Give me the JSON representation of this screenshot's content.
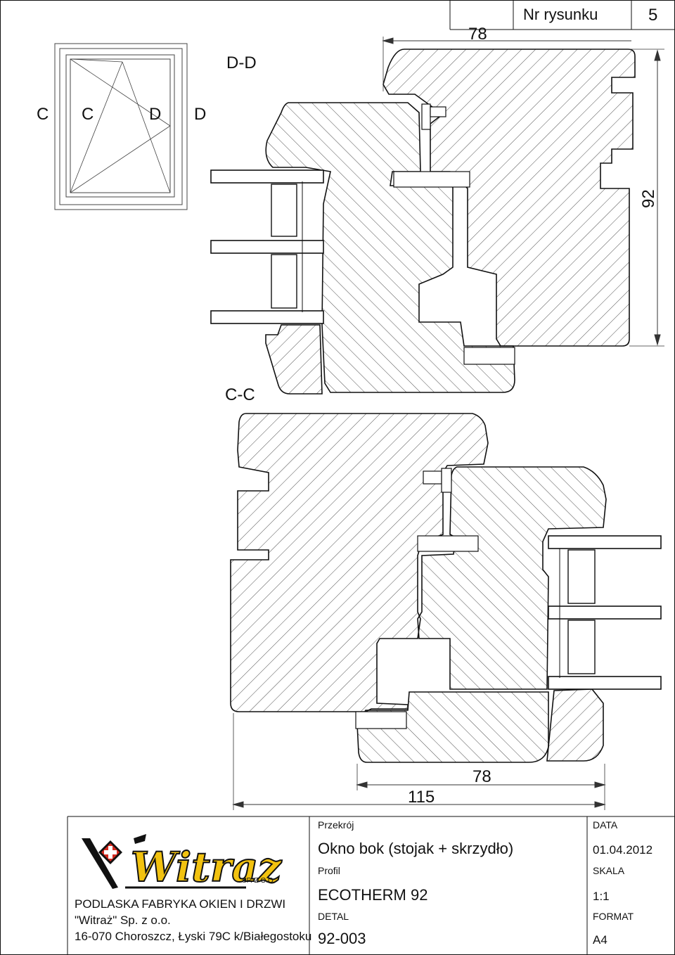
{
  "header": {
    "dimension_top": "78",
    "drawing_number_label": "Nr rysunku",
    "drawing_number": "5"
  },
  "diagram": {
    "section_dd": "D-D",
    "section_cc": "C-C",
    "key_labels": [
      "C",
      "C",
      "D",
      "D"
    ],
    "dimension_right": "92",
    "dimension_bottom_1": "78",
    "dimension_bottom_2": "115"
  },
  "company": {
    "logo_text": "Witraz",
    "logo_suffix": "SP. Z O.O.",
    "name": "PODLASKA FABRYKA OKIEN I DRZWI",
    "name2": "\"Witraż\" Sp. z o.o.",
    "address": "16-070 Choroszcz,  Łyski 79C k/Białegostoku"
  },
  "title_block": {
    "section_label": "Przekrój",
    "section_value": "Okno bok (stojak + skrzydło)",
    "profile_label": "Profil",
    "profile_value": "ECOTHERM 92",
    "detail_label": "DETAL",
    "detail_value": "92-003",
    "date_label": "DATA",
    "date_value": "01.04.2012",
    "scale_label": "SKALA",
    "scale_value": "1:1",
    "format_label": "FORMAT",
    "format_value": "A4"
  },
  "colors": {
    "line": "#111111",
    "logo_red": "#d42a20",
    "logo_yellow": "#f2c20f"
  }
}
